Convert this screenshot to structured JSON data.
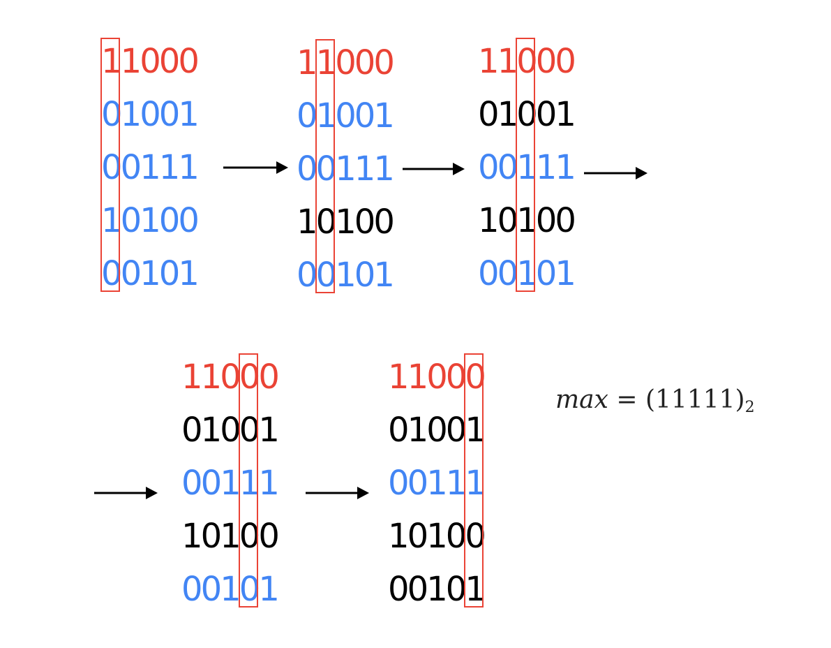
{
  "colors": {
    "active": "#ea4335",
    "candidate": "#4285f4",
    "eliminated": "#000000",
    "highlight_box": "#ea4335"
  },
  "steps": [
    {
      "highlight_col": 0,
      "rows": [
        {
          "bits": "11000",
          "state": "red"
        },
        {
          "bits": "01001",
          "state": "blue"
        },
        {
          "bits": "00111",
          "state": "blue"
        },
        {
          "bits": "10100",
          "state": "blue"
        },
        {
          "bits": "00101",
          "state": "blue"
        }
      ]
    },
    {
      "highlight_col": 1,
      "rows": [
        {
          "bits": "11000",
          "state": "red"
        },
        {
          "bits": "01001",
          "state": "blue"
        },
        {
          "bits": "00111",
          "state": "blue"
        },
        {
          "bits": "10100",
          "state": "black"
        },
        {
          "bits": "00101",
          "state": "blue"
        }
      ]
    },
    {
      "highlight_col": 2,
      "rows": [
        {
          "bits": "11000",
          "state": "red"
        },
        {
          "bits": "01001",
          "state": "black"
        },
        {
          "bits": "00111",
          "state": "blue"
        },
        {
          "bits": "10100",
          "state": "black"
        },
        {
          "bits": "00101",
          "state": "blue"
        }
      ]
    },
    {
      "highlight_col": 3,
      "rows": [
        {
          "bits": "11000",
          "state": "red"
        },
        {
          "bits": "01001",
          "state": "black"
        },
        {
          "bits": "00111",
          "state": "blue"
        },
        {
          "bits": "10100",
          "state": "black"
        },
        {
          "bits": "00101",
          "state": "blue"
        }
      ]
    },
    {
      "highlight_col": 4,
      "rows": [
        {
          "bits": "11000",
          "state": "red"
        },
        {
          "bits": "01001",
          "state": "black"
        },
        {
          "bits": "00111",
          "state": "blue"
        },
        {
          "bits": "10100",
          "state": "black"
        },
        {
          "bits": "00101",
          "state": "black"
        }
      ]
    }
  ],
  "formula": {
    "variable": "max",
    "equals": "=",
    "value": "(11111)",
    "base": "2"
  }
}
